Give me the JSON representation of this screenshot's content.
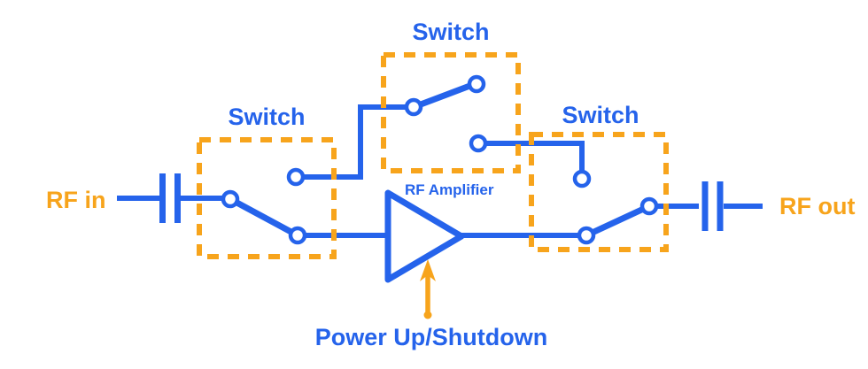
{
  "diagram": {
    "kind": "rf-amplifier-bypass-switch-schematic",
    "colors": {
      "blue": "#2563EB",
      "orange": "#F7A41C",
      "node_fill": "#FFFFFF",
      "background": "#FFFFFF"
    },
    "labels": {
      "rf_in": "RF in",
      "rf_out": "RF out",
      "switch_left": "Switch",
      "switch_middle": "Switch",
      "switch_right": "Switch",
      "rf_amplifier": "RF Amplifier",
      "power_control": "Power Up/Shutdown"
    }
  }
}
